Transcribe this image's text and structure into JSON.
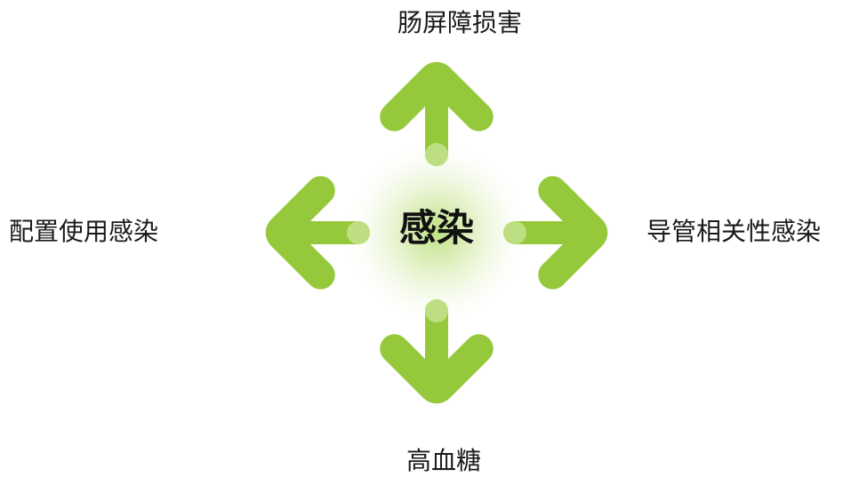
{
  "center": {
    "text": "感染"
  },
  "factors": {
    "top": "肠屏障损害",
    "left": "配置使用感染",
    "right": "导管相关性感染",
    "bottom": "高血糖"
  },
  "colors": {
    "arrow": "#95c93b",
    "arrow_light": "#b5dc74",
    "glow": "#e4f2c6",
    "text": "#1a1a1a"
  }
}
